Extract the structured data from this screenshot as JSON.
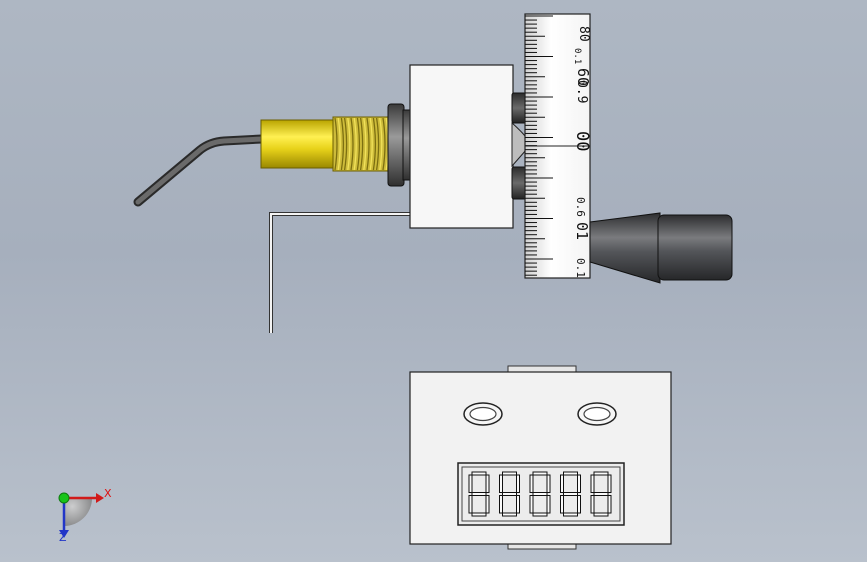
{
  "viewport": {
    "background_top": "#aeb7c3",
    "background_bottom": "#b9c1cc"
  },
  "sensor": {
    "body_color": "#e6cf12",
    "thread_color": "#a89a33",
    "cable_color": "#4a4a4a"
  },
  "dial": {
    "scale_labels": [
      "80",
      "0.1",
      "60",
      "0.9",
      "00",
      "0.6",
      "01",
      "0.1"
    ]
  },
  "handle": {
    "color": "#4c4d4f"
  },
  "counter": {
    "digits": [
      "8",
      "8",
      "8",
      "8",
      "8"
    ],
    "panel_color": "#f2f2f2",
    "display_bg": "#dcdcdc"
  },
  "triad": {
    "x_label": "X",
    "z_label": "Z",
    "x_color": "#d11a1a",
    "y_color": "#19c419",
    "z_color": "#2236c8"
  }
}
